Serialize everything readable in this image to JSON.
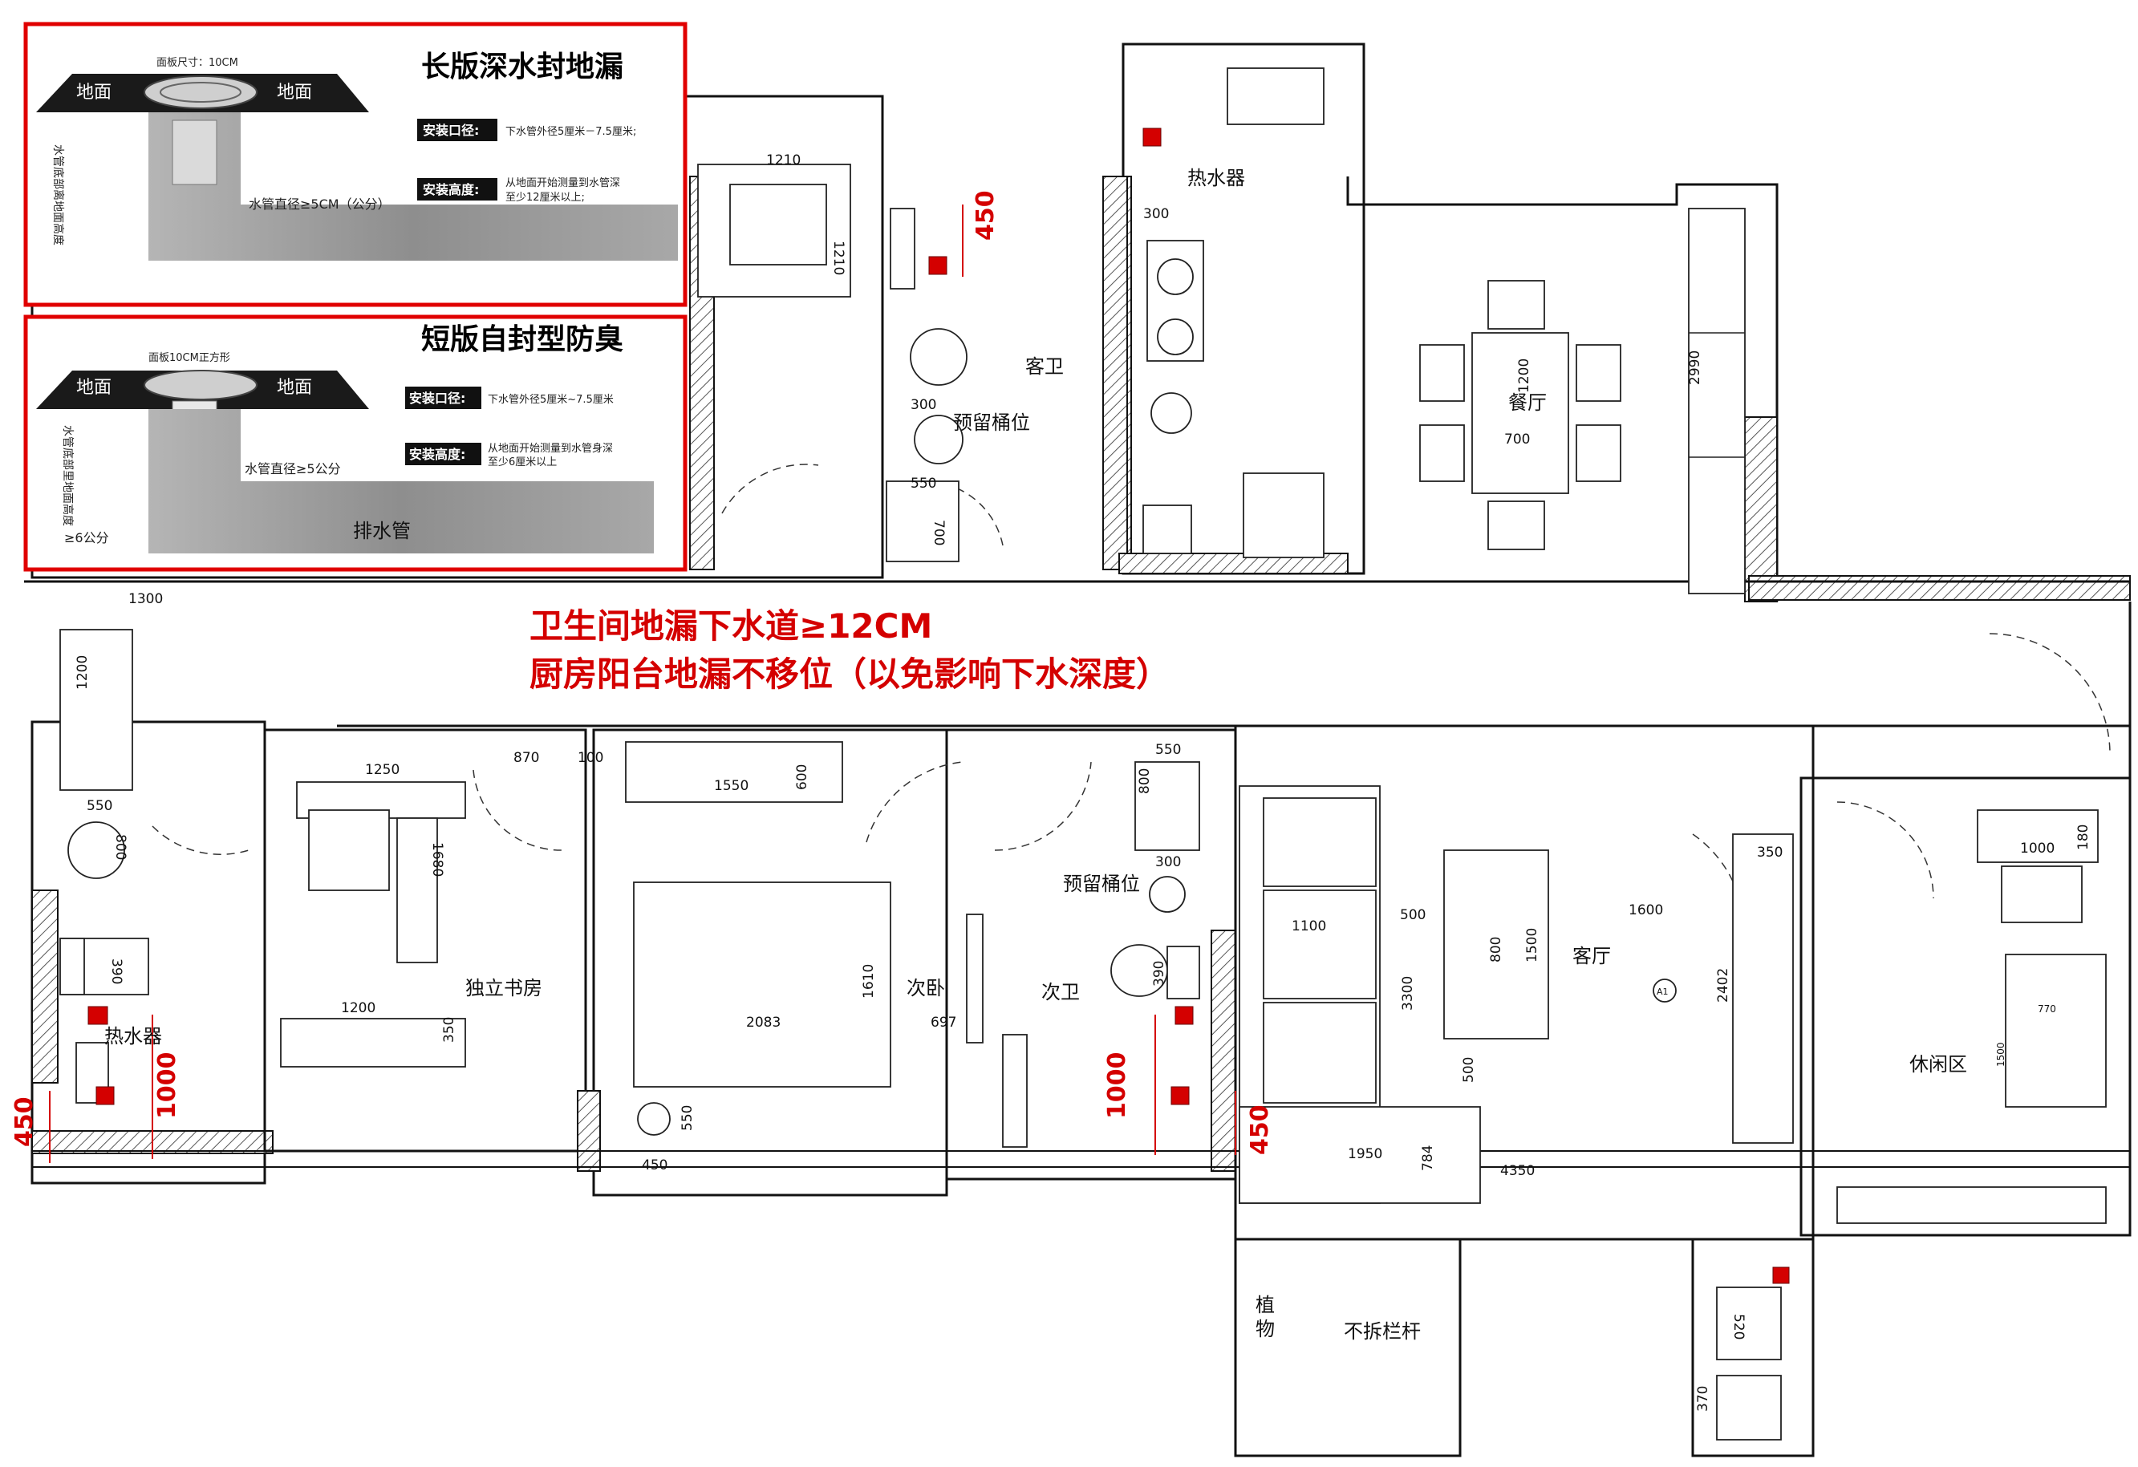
{
  "inset_long": {
    "title": "长版深水封地漏",
    "panel_size": "面板尺寸：10CM",
    "ground_left": "地面",
    "ground_right": "地面",
    "pipe_diameter": "水管直径≥5CM（公分）",
    "vertical_label": "水管底部离地面高度",
    "tag_caliber": "安装口径:",
    "caliber_text": "下水管外径5厘米－7.5厘米;",
    "tag_height": "安装高度:",
    "height_text_1": "从地面开始测量到水管深",
    "height_text_2": "至少12厘米以上;"
  },
  "inset_short": {
    "title": "短版自封型防臭",
    "panel_size": "面板10CM正方形",
    "ground_left": "地面",
    "ground_right": "地面",
    "pipe_diameter": "水管直径≥5公分",
    "vertical_label": "水管底部里地面高度",
    "min_height": "≥6公分",
    "drain_pipe": "排水管",
    "tag_caliber": "安装口径:",
    "caliber_text": "下水管外径5厘米~7.5厘米",
    "tag_height": "安装高度:",
    "height_text_1": "从地面开始测量到水管身深",
    "height_text_2": "至少6厘米以上"
  },
  "notes": {
    "line1": "卫生间地漏下水道≥12CM",
    "line2": "厨房阳台地漏不移位（以免影响下水深度）"
  },
  "rooms": {
    "guest_bath": "客卫",
    "reserved_bucket_1": "预留桶位",
    "water_heater_kitchen": "热水器",
    "dining": "餐厅",
    "study": "独立书房",
    "second_bedroom": "次卧",
    "second_bath": "次卫",
    "reserved_bucket_2": "预留桶位",
    "living": "客厅",
    "leisure": "休闲区",
    "water_heater_master": "热水器",
    "plant_1": "植",
    "plant_2": "物",
    "railing": "不拆栏杆"
  },
  "dims": {
    "d1210a": "1210",
    "d1210b": "1210",
    "d450a": "450",
    "d300a": "300",
    "d300b": "300",
    "d550a": "550",
    "d700a": "700",
    "d1200a": "1200",
    "d700b": "700",
    "d2990": "2990",
    "d1300": "1300",
    "d1200b": "1200",
    "d550b": "550",
    "d800a": "800",
    "d390a": "390",
    "d1000a": "1000",
    "d450b": "450",
    "d1250": "1250",
    "d1680": "1680",
    "d1200c": "1200",
    "d350a": "350",
    "d870": "870",
    "d100": "100",
    "d1550": "1550",
    "d600": "600",
    "d1610": "1610",
    "d2083": "2083",
    "d697": "697",
    "d550c": "550",
    "d450c": "450",
    "d550d": "550",
    "d800b": "800",
    "d300c": "300",
    "d390b": "390",
    "d1000b": "1000",
    "d450d": "450",
    "d1100": "1100",
    "d500a": "500",
    "d3300": "3300",
    "d800c": "800",
    "d1500": "1500",
    "d500b": "500",
    "d1950": "1950",
    "d784": "784",
    "d4350": "4350",
    "d1600": "1600",
    "d2402": "2402",
    "d350b": "350",
    "d1000c": "1000",
    "d180": "180",
    "d770": "770",
    "d1500b": "1500",
    "d520": "520",
    "d370": "370",
    "a1": "A1"
  },
  "colors": {
    "red": "#d40000",
    "dark": "#333333",
    "pipe": "#9a9a9a"
  }
}
